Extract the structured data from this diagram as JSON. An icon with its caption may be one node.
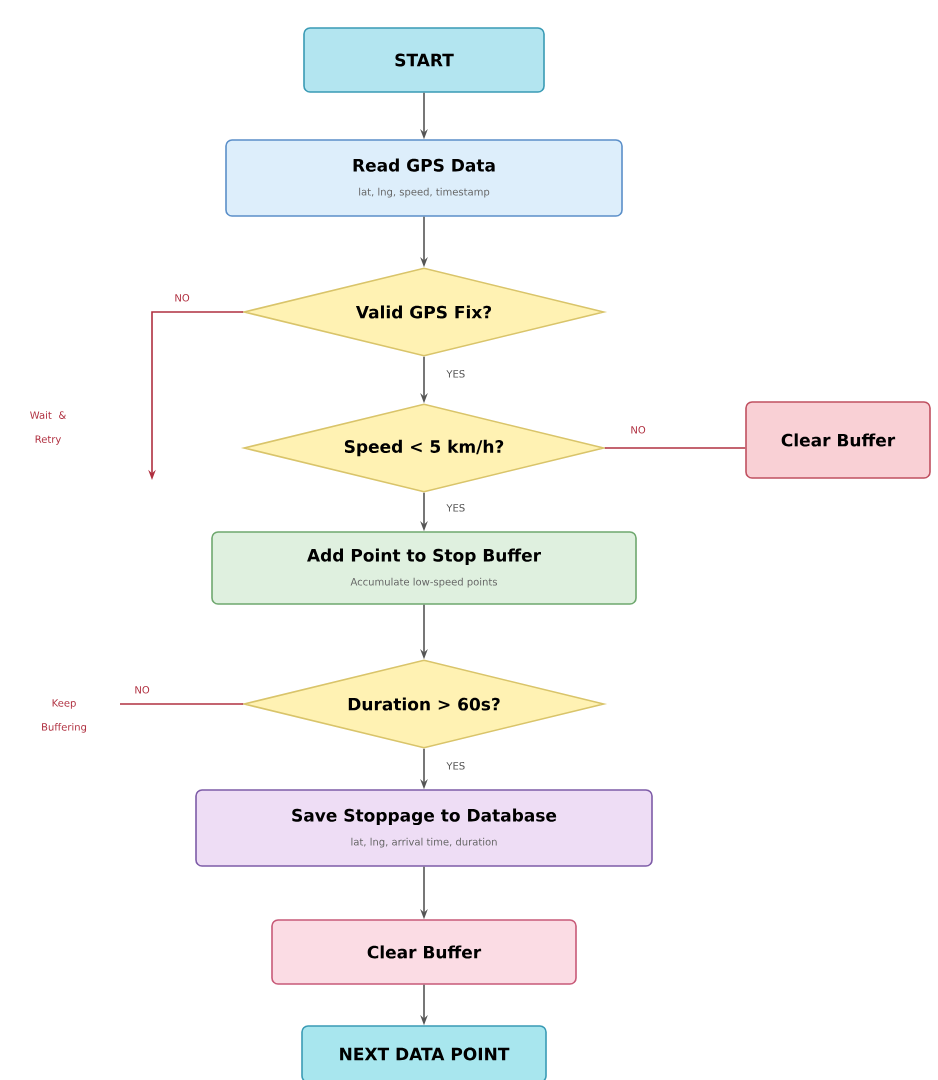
{
  "diagram": {
    "nodes": [
      {
        "text": [
          "START"
        ]
      },
      {
        "text": [
          "Read GPS Data",
          "lat, lng, speed, timestamp"
        ]
      },
      {
        "text": [
          "Valid GPS Fix?"
        ]
      },
      {
        "text": [
          "Speed < 5 km/h?"
        ]
      },
      {
        "text": [
          "Clear Buffer"
        ]
      },
      {
        "text": [
          "Add Point to Stop Buffer",
          "Accumulate low-speed points"
        ]
      },
      {
        "text": [
          "Duration > 60s?"
        ]
      },
      {
        "text": [
          "Save Stoppage to Database",
          "lat, lng, arrival time, duration"
        ]
      },
      {
        "text": [
          "Clear Buffer"
        ]
      },
      {
        "text": [
          "NEXT DATA POINT"
        ]
      }
    ],
    "edges": [
      {
        "from": 0,
        "to": 1,
        "arrow": "to"
      },
      {
        "from": 1,
        "to": 2,
        "arrow": "to"
      },
      {
        "from": 2,
        "to": null,
        "arrow": "to",
        "label": "NO",
        "color": "#b03040"
      },
      {
        "from": 2,
        "to": 3,
        "arrow": "to",
        "label": "YES"
      },
      {
        "from": 3,
        "to": 4,
        "arrow": "none",
        "label": "NO",
        "color": "#b03040"
      },
      {
        "from": 3,
        "to": 5,
        "arrow": "to",
        "label": "YES"
      },
      {
        "from": 5,
        "to": 6,
        "arrow": "to"
      },
      {
        "from": 6,
        "to": null,
        "arrow": "none",
        "label": "NO",
        "color": "#b03040"
      },
      {
        "from": 6,
        "to": 7,
        "arrow": "to",
        "label": "YES"
      },
      {
        "from": 7,
        "to": 8,
        "arrow": "to"
      },
      {
        "from": 8,
        "to": 9,
        "arrow": "to"
      }
    ],
    "labels": [
      "Wait & Retry",
      "Keep Buffering"
    ]
  }
}
